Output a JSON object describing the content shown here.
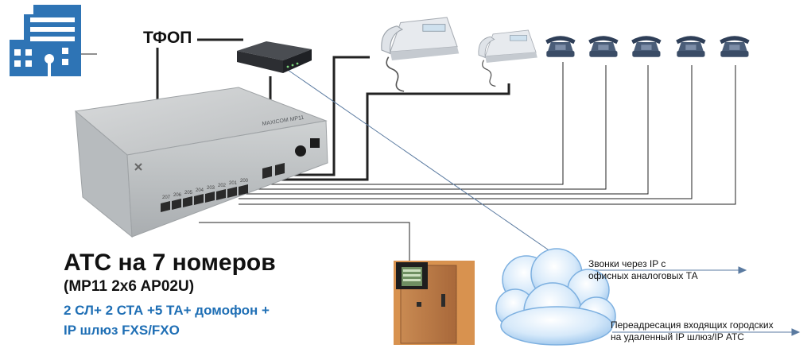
{
  "labels": {
    "tfop": "ТФОП",
    "pbx_title": "АТС на 7 номеров",
    "pbx_model": "(MP11 2x6 AP02U)",
    "spec_line1": "2 СЛ+ 2 СТА +5 ТА+ домофон +",
    "spec_line2": "IP шлюз FXS/FXO",
    "ip_calls_line1": "Звонки через IP с",
    "ip_calls_line2": "офисных аналоговых ТА",
    "forward_line1": "Переадресация входящих городских",
    "forward_line2": "на удаленный IP шлюз/IP АТС"
  },
  "device_text": {
    "pbx_brand": "MAXICOM MP11",
    "port_numbers": [
      "207",
      "206",
      "205",
      "204",
      "203",
      "202",
      "201",
      "200"
    ]
  },
  "icons": {
    "office": "office-building-icon",
    "gateway": "voip-gateway-icon",
    "pbx": "pbx-unit-icon",
    "system_phone": "system-phone-icon",
    "analog_phone": "analog-phone-icon",
    "door": "intercom-door-icon",
    "cloud": "ip-cloud-icon"
  },
  "colors": {
    "building": "#2e74b5",
    "accent_text": "#1f6fb5",
    "line": "#222222",
    "ip_line": "#5a7aa0",
    "cloud": "#9cc6ef",
    "door": "#b8753f"
  }
}
